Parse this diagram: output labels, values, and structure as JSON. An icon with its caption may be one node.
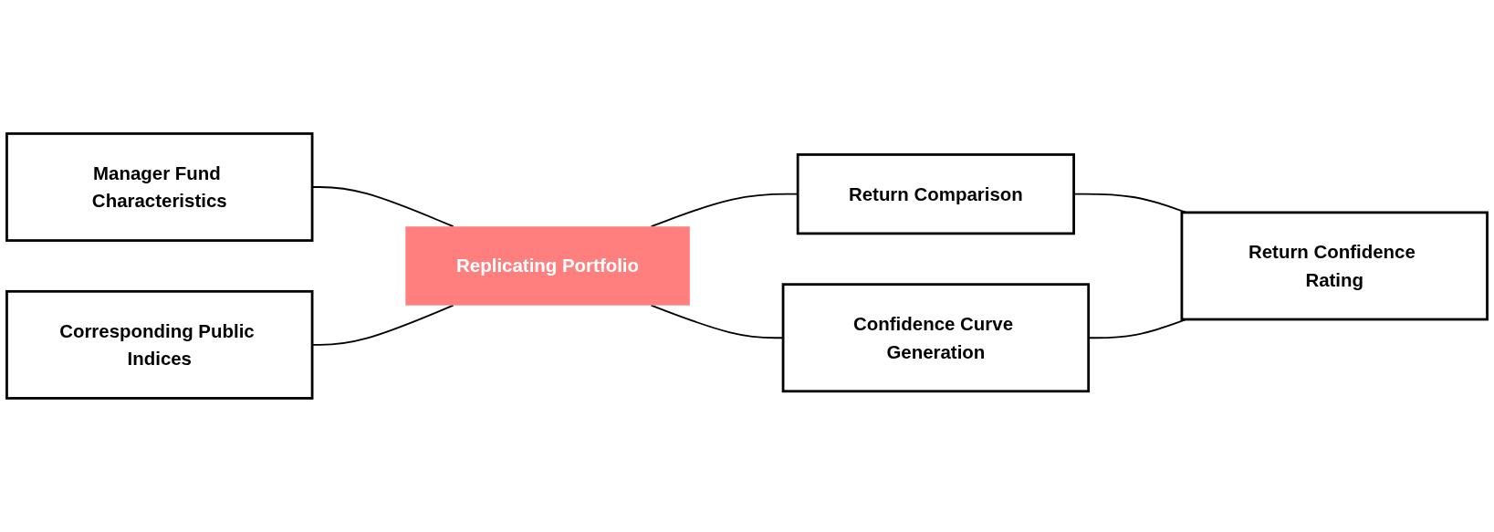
{
  "diagram": {
    "nodes": [
      {
        "text": [
          "Manager Fund Characteristics"
        ]
      },
      {
        "text": [
          "Corresponding Public Indices"
        ]
      },
      {
        "text": [
          "Replicating Portfolio"
        ]
      },
      {
        "text": [
          "Return Comparison"
        ]
      },
      {
        "text": [
          "Confidence Curve Generation"
        ]
      },
      {
        "text": [
          "Return Confidence Rating"
        ]
      }
    ],
    "edges": [
      {
        "from": 0,
        "to": 2,
        "arrow": "none"
      },
      {
        "from": 1,
        "to": 2,
        "arrow": "none"
      },
      {
        "from": 2,
        "to": 3,
        "arrow": "none"
      },
      {
        "from": 2,
        "to": 4,
        "arrow": "none"
      },
      {
        "from": 3,
        "to": 5,
        "arrow": "none"
      },
      {
        "from": 4,
        "to": 5,
        "arrow": "none"
      }
    ]
  }
}
